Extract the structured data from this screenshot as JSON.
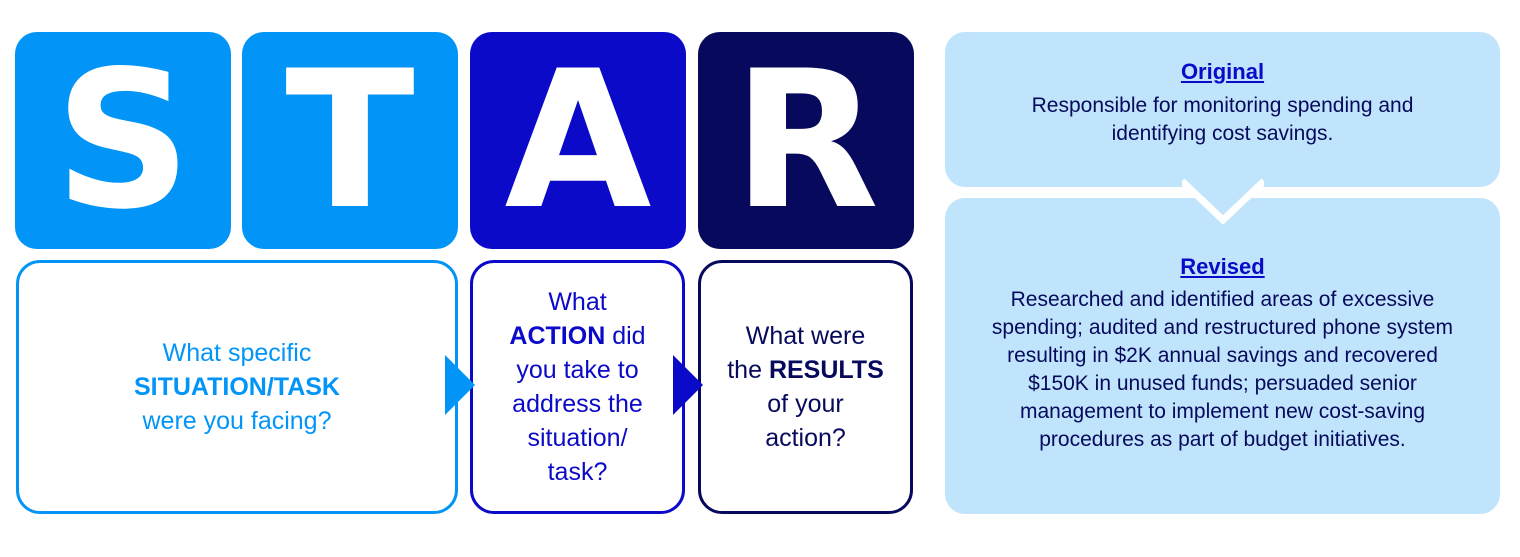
{
  "star": {
    "letters": [
      "S",
      "T",
      "A",
      "R"
    ],
    "situation_task": {
      "line1": "What specific",
      "bold": "SITUATION/TASK",
      "line3": "were you facing?"
    },
    "action": {
      "line1": "What",
      "bold": "ACTION",
      "after_bold": " did",
      "line3": "you take to",
      "line4": "address the",
      "line5": "situation/",
      "line6": "task?"
    },
    "results": {
      "line1": "What were",
      "before_bold": "the ",
      "bold": "RESULTS",
      "line3": "of your",
      "line4": "action?"
    }
  },
  "colors": {
    "light_blue": "#0295f7",
    "blue": "#0a0ac8",
    "navy": "#070a5c",
    "panel": "#bfe4fb"
  },
  "original": {
    "heading": "Original",
    "line1": "Responsible for monitoring spending and",
    "line2": "identifying cost savings."
  },
  "revised": {
    "heading": "Revised",
    "lines": [
      "Researched and identified areas of excessive",
      "spending; audited and restructured phone system",
      "resulting in $2K annual savings and recovered",
      "$150K in unused funds; persuaded senior",
      "management to implement new cost-saving",
      "procedures as part of budget initiatives."
    ]
  }
}
